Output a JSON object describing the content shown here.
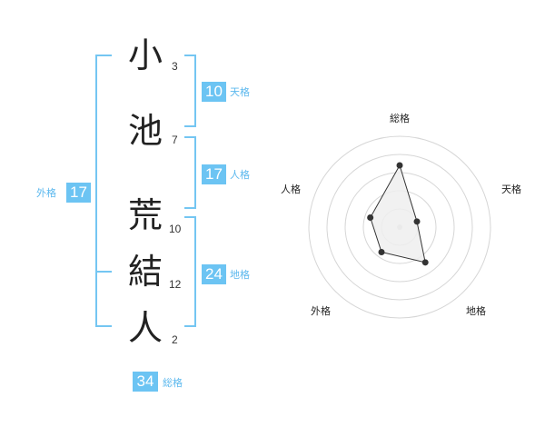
{
  "name": {
    "characters": [
      {
        "char": "小",
        "strokes": "3"
      },
      {
        "char": "池",
        "strokes": "7"
      },
      {
        "char": "荒",
        "strokes": "10"
      },
      {
        "char": "結",
        "strokes": "12"
      },
      {
        "char": "人",
        "strokes": "2"
      }
    ]
  },
  "fortunes": {
    "tenkaku": {
      "value": "10",
      "label": "天格"
    },
    "jinkaku": {
      "value": "17",
      "label": "人格"
    },
    "chikaku": {
      "value": "24",
      "label": "地格"
    },
    "gaikaku": {
      "value": "17",
      "label": "外格"
    },
    "soukaku": {
      "value": "34",
      "label": "総格"
    }
  },
  "chart_data": {
    "type": "radar",
    "axes": [
      "総格",
      "天格",
      "地格",
      "外格",
      "人格"
    ],
    "values": [
      34,
      10,
      24,
      17,
      17
    ],
    "rings": 5,
    "colors": {
      "fill": "#efefef",
      "stroke": "#333333",
      "grid": "#d6d6d6"
    }
  },
  "colors": {
    "accent": "#6cc4f3",
    "bracket": "#74c6f2"
  }
}
